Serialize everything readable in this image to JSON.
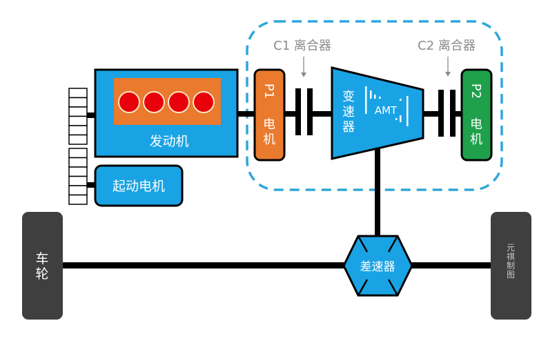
{
  "colors": {
    "blue": "#1aa3e4",
    "orange": "#e97a2e",
    "green": "#1fa04b",
    "red": "#e8000a",
    "wheel": "#3f3f3f",
    "dash": "#2fa6db",
    "shaft": "#000000",
    "annotation": "#8a8a8a"
  },
  "engine": {
    "label": "发动机",
    "cylinder_count": 4
  },
  "starter_motor": {
    "label": "起动电机"
  },
  "p1_motor": {
    "label_top": "P1",
    "label_bottom_1": "电",
    "label_bottom_2": "机"
  },
  "p2_motor": {
    "label_top": "P2",
    "label_bottom_1": "电",
    "label_bottom_2": "机"
  },
  "clutch_c1": {
    "label": "C1 离合器"
  },
  "clutch_c2": {
    "label": "C2 离合器"
  },
  "transmission": {
    "label_1": "变",
    "label_2": "速",
    "label_3": "器",
    "type": "AMT"
  },
  "differential": {
    "label": "差速器"
  },
  "wheel_left": {
    "label_1": "车",
    "label_2": "轮"
  },
  "wheel_right": {
    "watermark_1": "元",
    "watermark_2": "祺",
    "watermark_3": "制",
    "watermark_4": "图"
  }
}
